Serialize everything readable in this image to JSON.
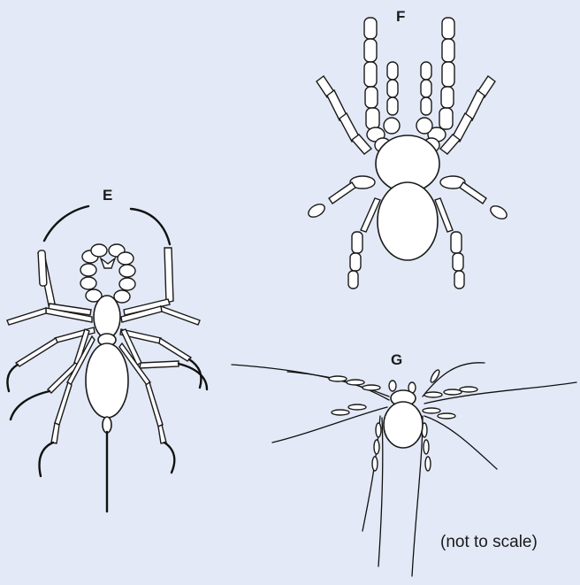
{
  "labels": {
    "e": "E",
    "f": "F",
    "g": "G"
  },
  "note": "(not to scale)",
  "colors": {
    "background": "#e3e9f6",
    "outline": "#1a1a1a",
    "fill": "#ffffff"
  }
}
